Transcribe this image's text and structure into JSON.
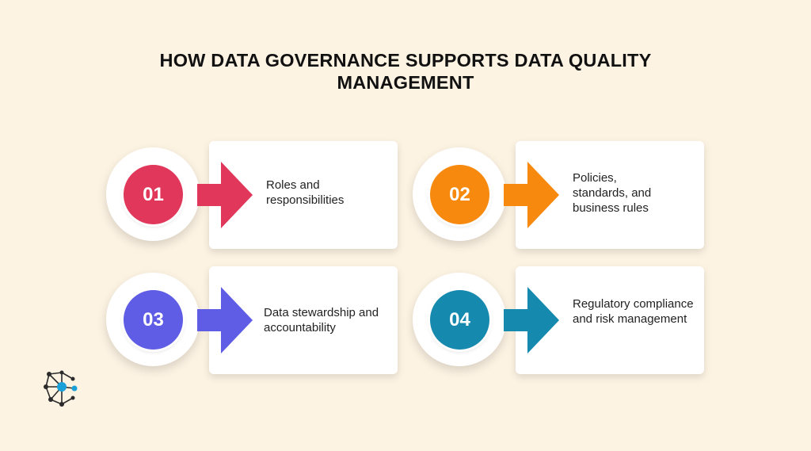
{
  "title": "HOW DATA GOVERNANCE SUPPORTS DATA QUALITY\nMANAGEMENT",
  "items": [
    {
      "number": "01",
      "label": "Roles and responsibilities",
      "color": "#e0375a"
    },
    {
      "number": "02",
      "label": "Policies, standards, and business rules",
      "color": "#f7890e"
    },
    {
      "number": "03",
      "label": "Data stewardship and accountability",
      "color": "#5f5ce6"
    },
    {
      "number": "04",
      "label": "Regulatory compliance and risk management",
      "color": "#158aae"
    }
  ],
  "logo_icon": "network-logo-icon"
}
